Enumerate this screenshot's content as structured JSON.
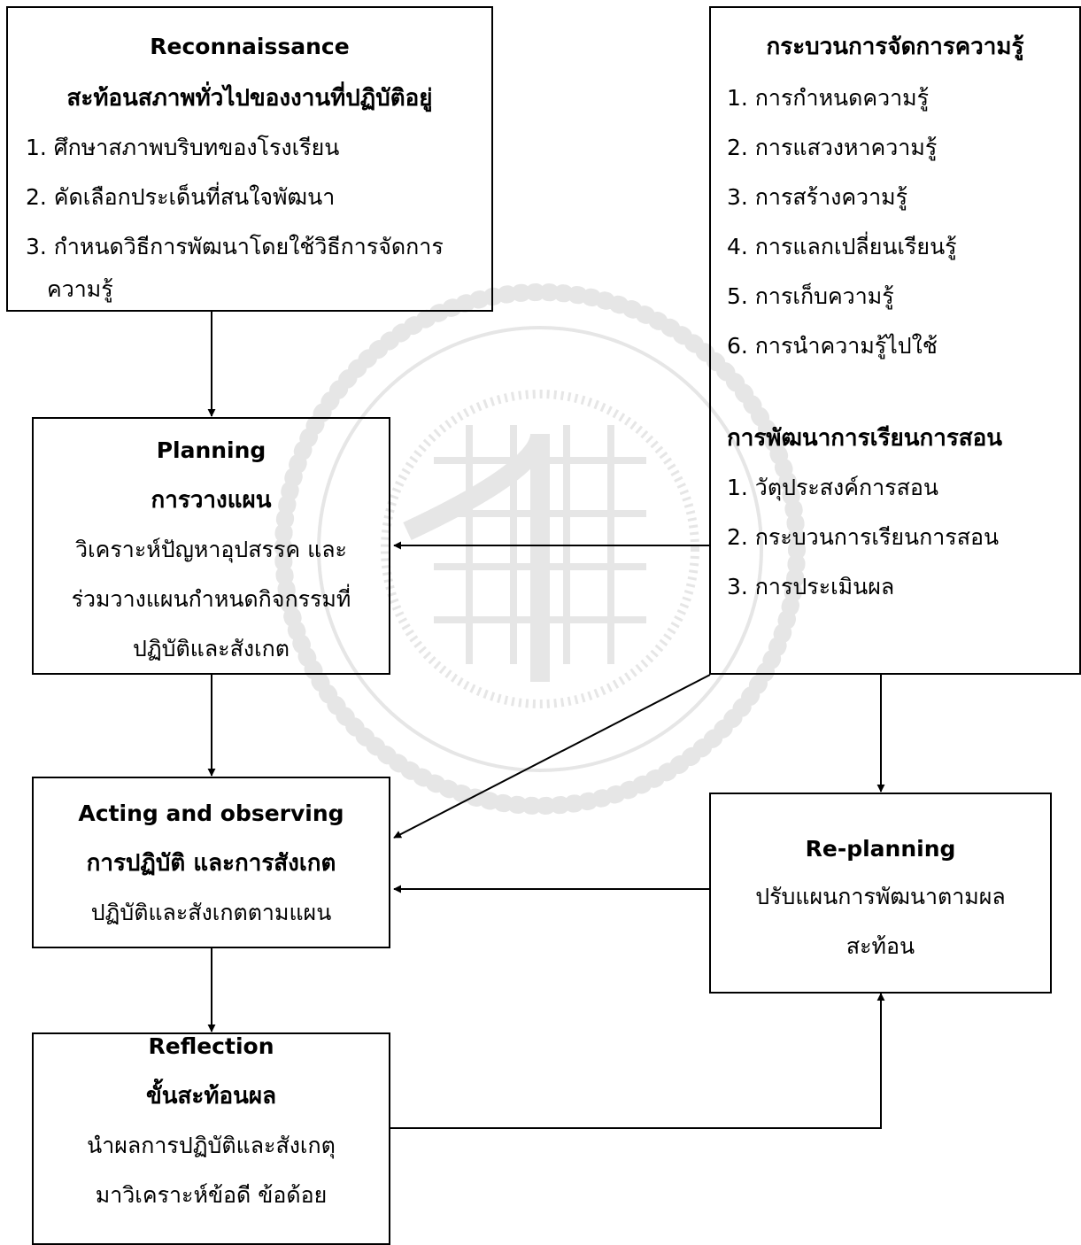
{
  "reconnaissance": {
    "title_en": "Reconnaissance",
    "title_th": "สะท้อนสภาพทั่วไปของงานที่ปฏิบัติอยู่",
    "items": [
      "1. ศึกษาสภาพบริบทของโรงเรียน",
      "2. คัดเลือกประเด็นที่สนใจพัฒนา",
      "3. กำหนดวิธีการพัฒนาโดยใช้วิธีการจัดการ",
      "ความรู้"
    ]
  },
  "km_process": {
    "title": "กระบวนการจัดการความรู้",
    "items": [
      "1. การกำหนดความรู้",
      "2. การแสวงหาความรู้",
      "3. การสร้างความรู้",
      "4. การแลกเปลี่ยนเรียนรู้",
      "5. การเก็บความรู้",
      "6. การนำความรู้ไปใช้"
    ]
  },
  "teaching_dev": {
    "title": "การพัฒนาการเรียนการสอน",
    "items": [
      "1. วัตุประสงค์การสอน",
      "2. กระบวนการเรียนการสอน",
      "3. การประเมินผล"
    ]
  },
  "planning": {
    "title_en": "Planning",
    "title_th": "การวางแผน",
    "lines": [
      "วิเคราะห์ปัญหาอุปสรรค และ",
      "ร่วมวางแผนกำหนดกิจกรรมที่",
      "ปฏิบัติและสังเกต"
    ]
  },
  "acting": {
    "title_en": "Acting and observing",
    "title_th": "การปฏิบัติ และการสังเกต",
    "lines": [
      "ปฏิบัติและสังเกตตามแผน"
    ]
  },
  "replanning": {
    "title_en": "Re-planning",
    "lines": [
      "ปรับแผนการพัฒนาตามผล",
      "สะท้อน"
    ]
  },
  "reflection": {
    "title_en": "Reflection",
    "title_th": "ขั้นสะท้อนผล",
    "lines": [
      "นำผลการปฏิบัติและสังเกตุ",
      "มาวิเคราะห์ข้อดี ข้อด้อย"
    ]
  }
}
